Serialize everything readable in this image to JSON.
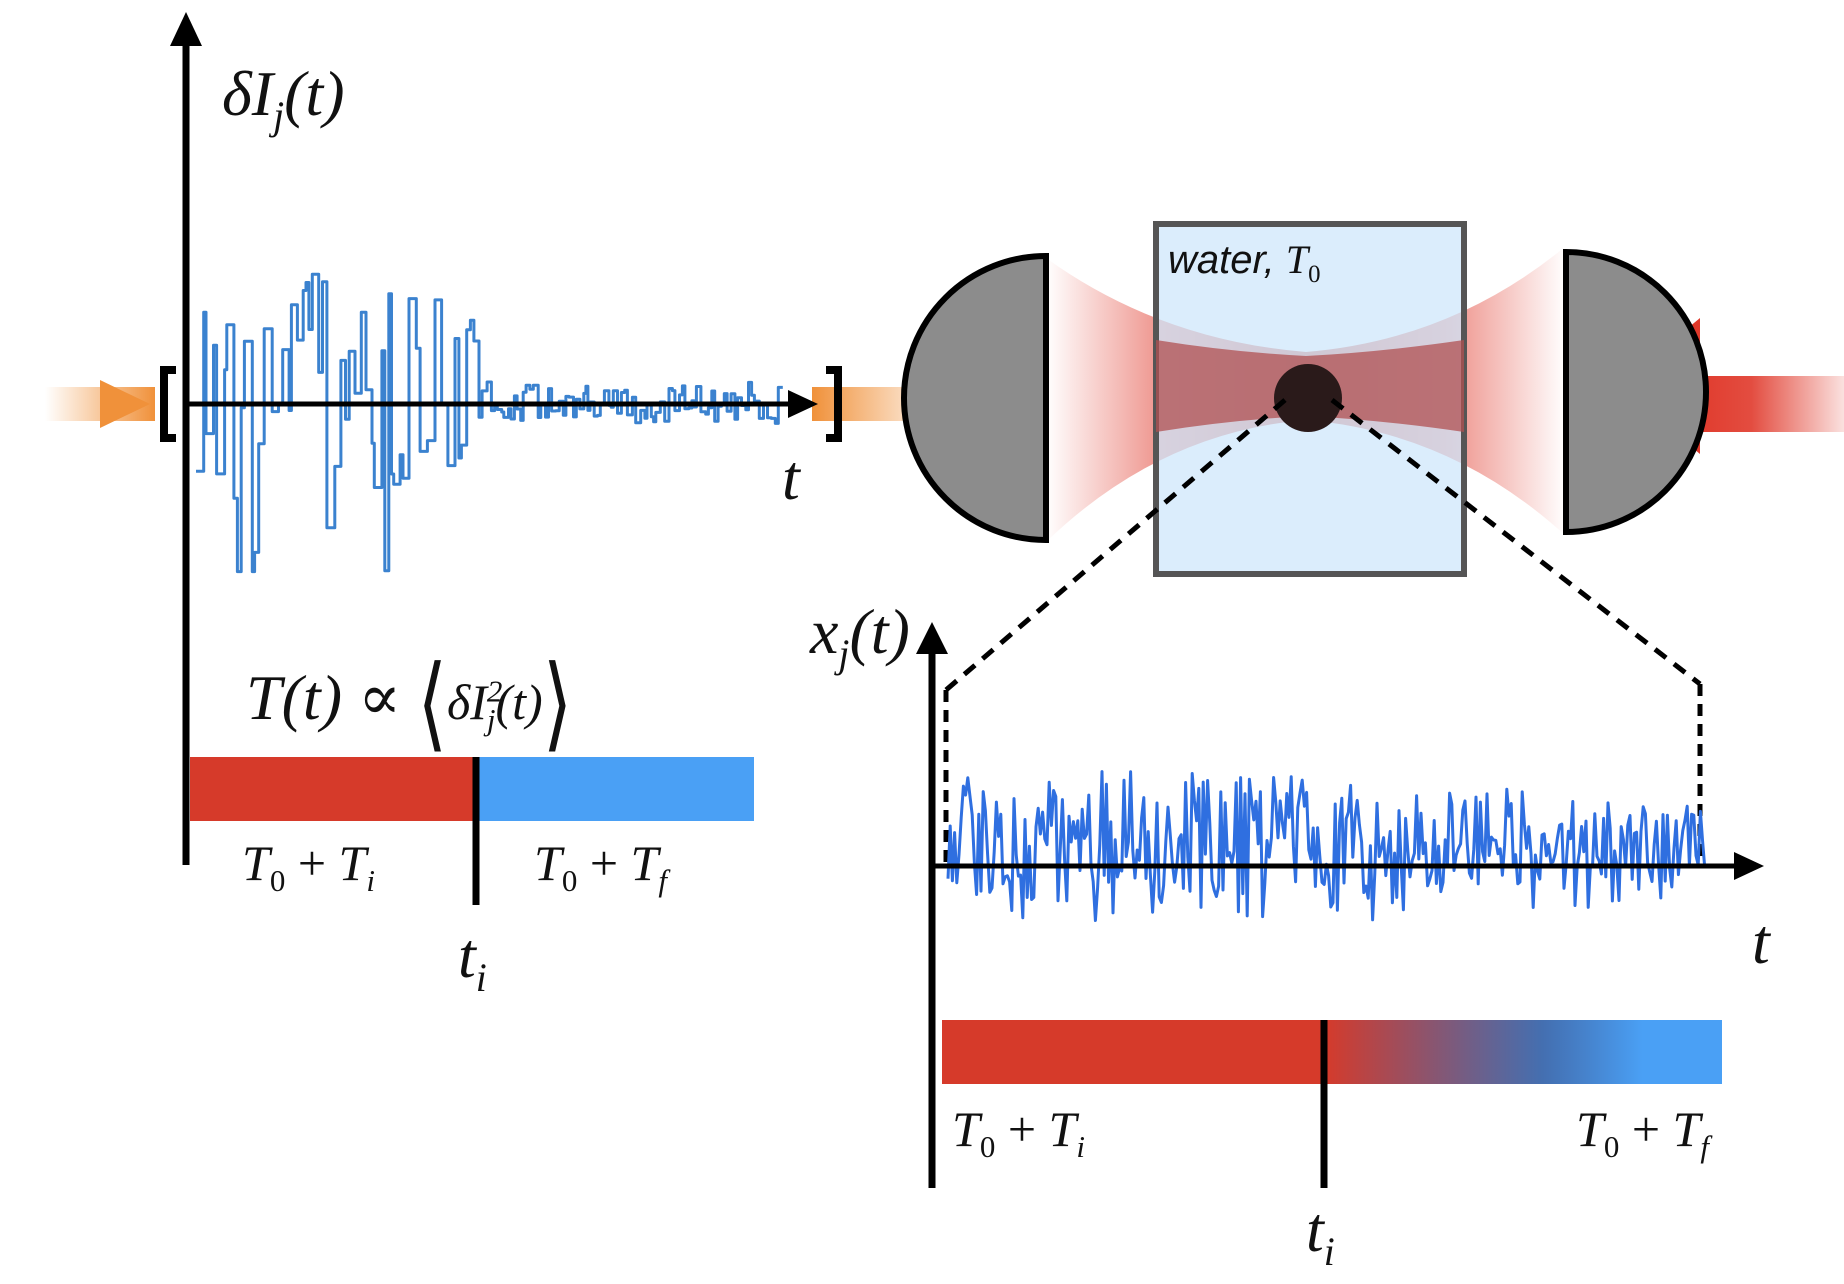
{
  "left_panel": {
    "y_axis_label": {
      "base": "δI",
      "sub": "j",
      "tail": "(t)"
    },
    "x_axis_label": "t",
    "formula": {
      "left": "T(t) ∝",
      "inner_base": "δI",
      "inner_sup": "2",
      "inner_sub": "j",
      "inner_tail": "(t)"
    },
    "bar_left_label": {
      "a": "T",
      "a_sub": "0",
      "op": " + ",
      "b": "T",
      "b_sub": "i"
    },
    "bar_right_label": {
      "a": "T",
      "a_sub": "0",
      "op": " + ",
      "b": "T",
      "b_sub": "f"
    },
    "switch_label": {
      "base": "t",
      "sub": "i"
    }
  },
  "trap": {
    "medium_label": {
      "text": "water, ",
      "var": "T",
      "var_sub": "0"
    }
  },
  "right_panel": {
    "y_axis_label": {
      "base": "x",
      "sub": "j",
      "tail": "(t)"
    },
    "x_axis_label": "t",
    "bar_left_label": {
      "a": "T",
      "a_sub": "0",
      "op": " + ",
      "b": "T",
      "b_sub": "i"
    },
    "bar_right_label": {
      "a": "T",
      "a_sub": "0",
      "op": " + ",
      "b": "T",
      "b_sub": "f"
    },
    "switch_label": {
      "base": "t",
      "sub": "i"
    }
  },
  "colors": {
    "hot": "#d63a2a",
    "cold": "#4aa0f5",
    "trace_left": "#3b82cf",
    "trace_right": "#2f6fe0",
    "beam": "#e0392b",
    "probe": "#f0913a",
    "water": "#cfe7fb",
    "lens": "#8c8c8c",
    "particle": "#2a1a1a"
  }
}
